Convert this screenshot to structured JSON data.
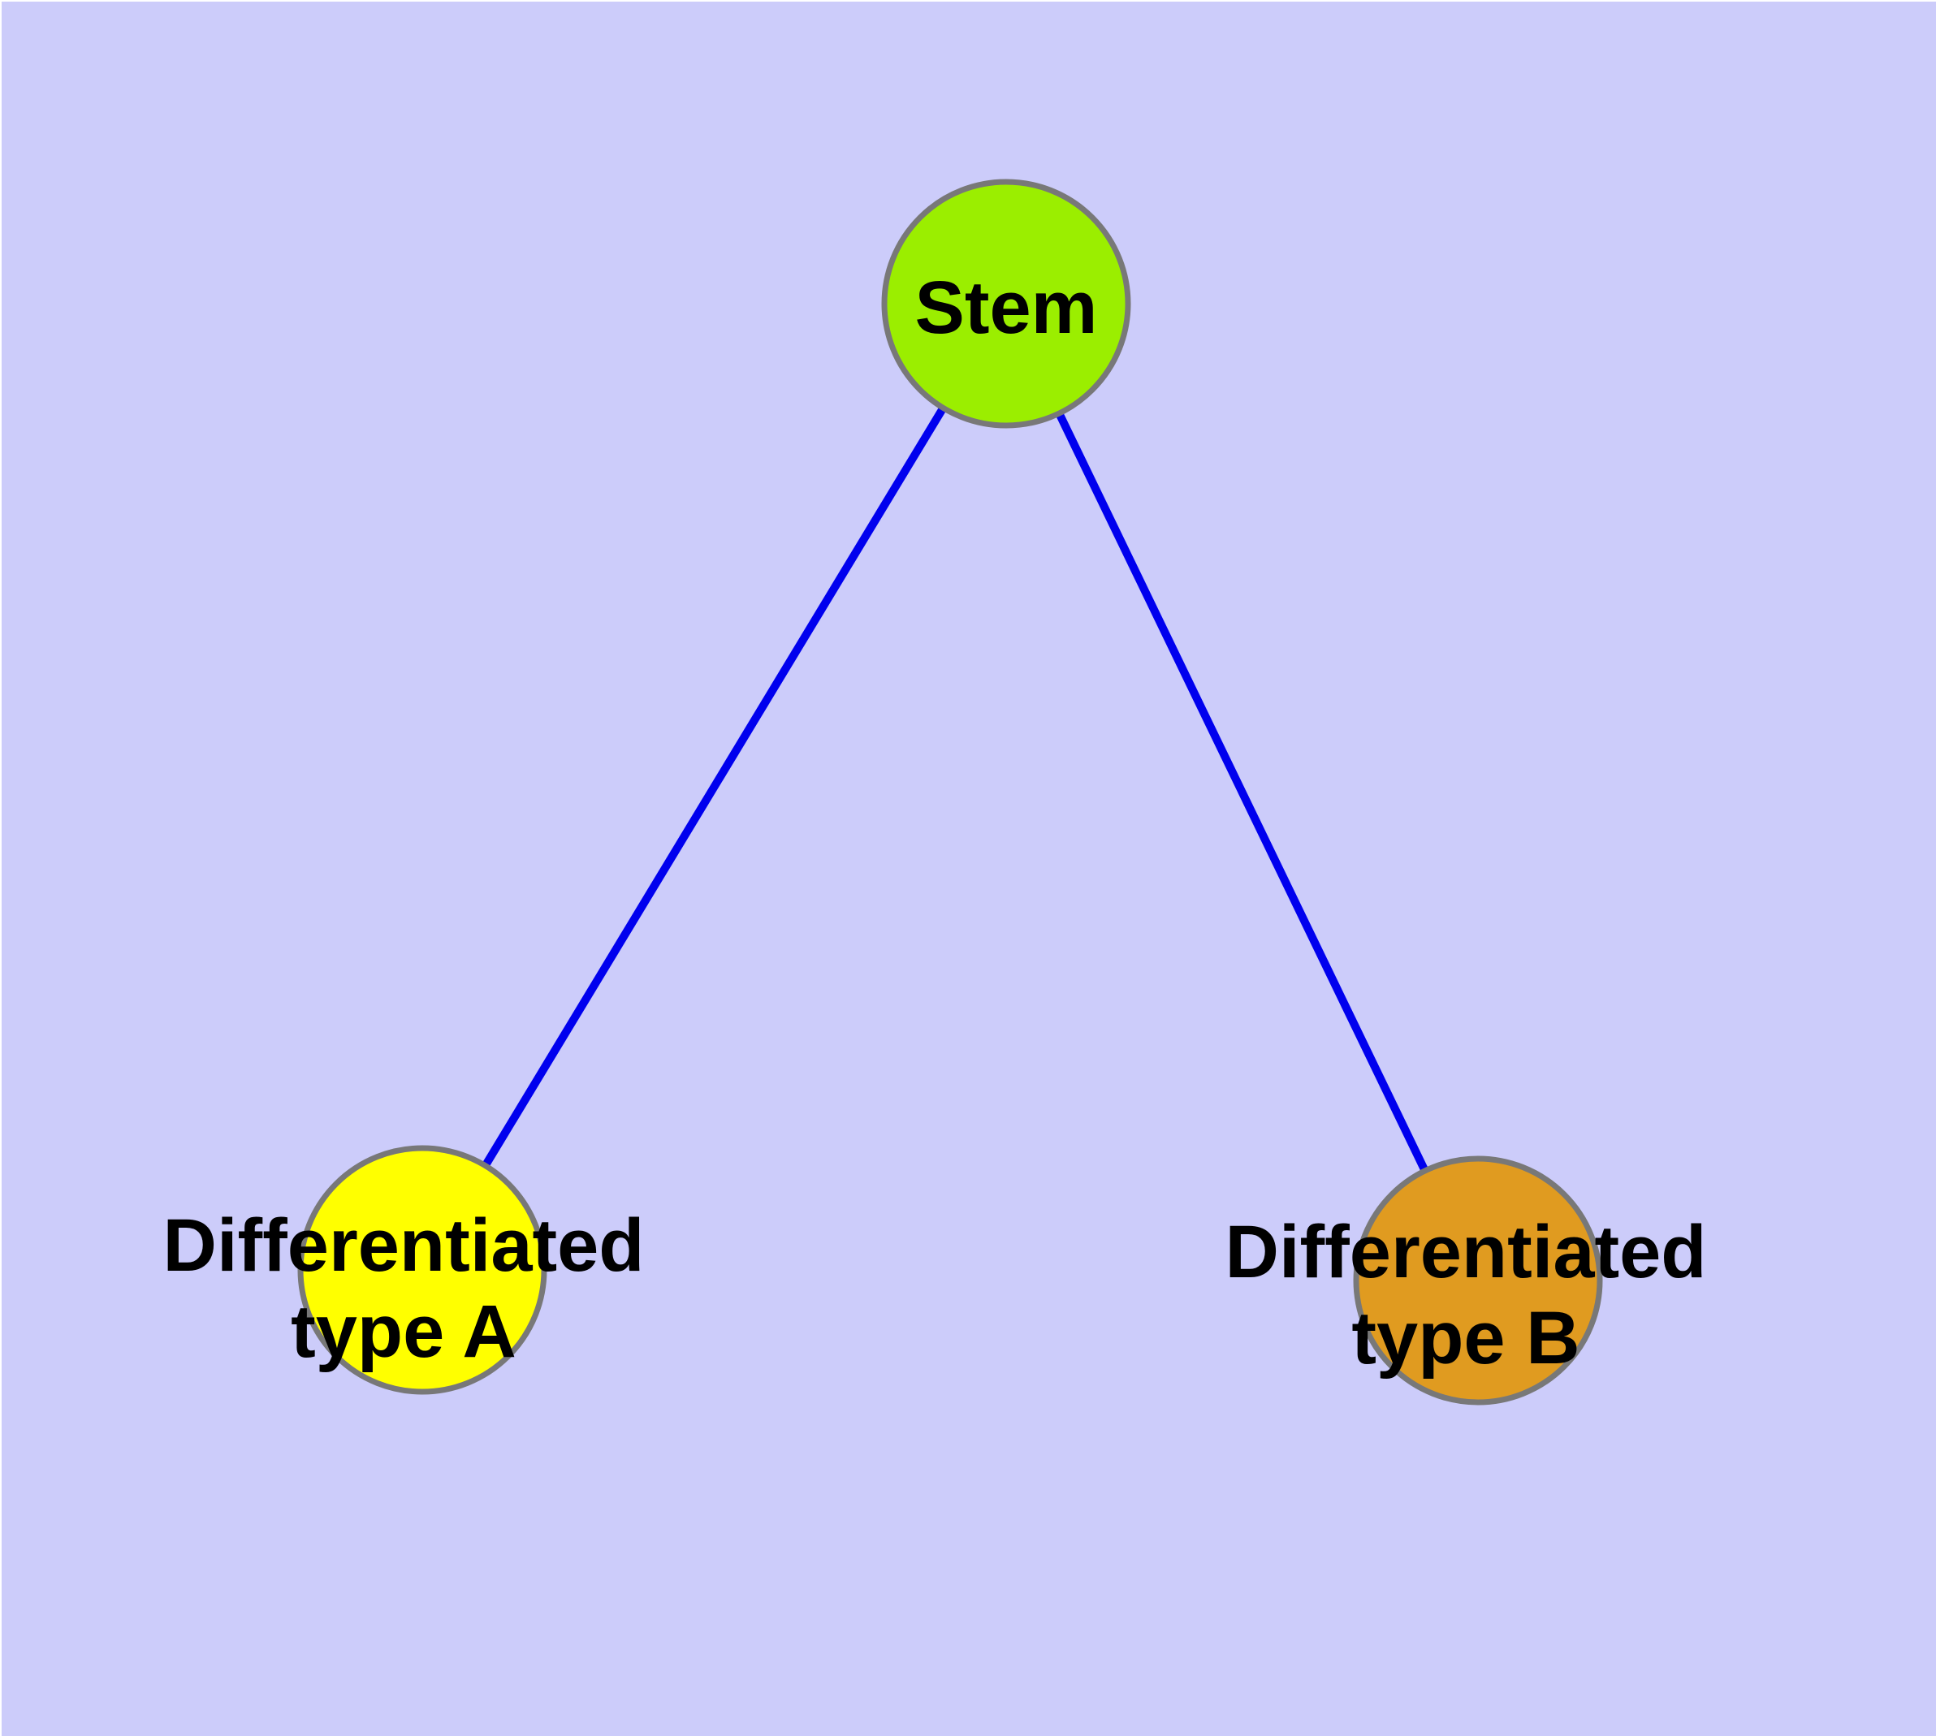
{
  "diagram": {
    "background_color": "#CCCCFA",
    "edge_color": "#0000EE",
    "node_border_color": "#787878",
    "label_color": "#000000",
    "nodes": [
      {
        "id": "stem",
        "label": "Stem",
        "fill": "#9BEE00"
      },
      {
        "id": "differentiated-type-a",
        "label_line1": "Differentiated",
        "label_line2": "type A",
        "fill": "#FFFF00"
      },
      {
        "id": "differentiated-type-b",
        "label_line1": "Differentiated",
        "label_line2": "type B",
        "fill": "#E09B20"
      }
    ],
    "edges": [
      {
        "from": "Stem",
        "to": "Differentiated type A"
      },
      {
        "from": "Stem",
        "to": "Differentiated type B"
      }
    ]
  }
}
